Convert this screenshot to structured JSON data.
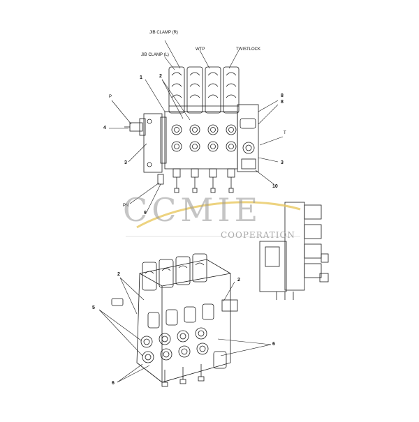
{
  "top_view": {
    "section_labels": {
      "jib_clamp_r": "JIB CLAMP (R)",
      "jib_clamp_l": "JIB CLAMP (L)",
      "wtp": "WTP",
      "twistlock": "TWISTLOCK"
    },
    "port_labels": {
      "p": "P",
      "t": "T",
      "pn": "PN"
    },
    "callouts": {
      "c1": "1",
      "c2": "2",
      "c3_left": "3",
      "c3_right": "3",
      "c4": "4",
      "c8_a": "8",
      "c8_b": "8",
      "c9": "9",
      "c10": "10"
    }
  },
  "iso_view": {
    "callouts": {
      "c2_left": "2",
      "c2_right": "2",
      "c5": "5",
      "c6_left": "6",
      "c6_right": "6"
    }
  },
  "watermark": {
    "brand": "CCMIE",
    "tagline": "COOPERATION",
    "swoosh_color": "#e8c860"
  },
  "colors": {
    "line": "#1a1a1a",
    "background": "#ffffff",
    "watermark_gray": "#969696"
  }
}
